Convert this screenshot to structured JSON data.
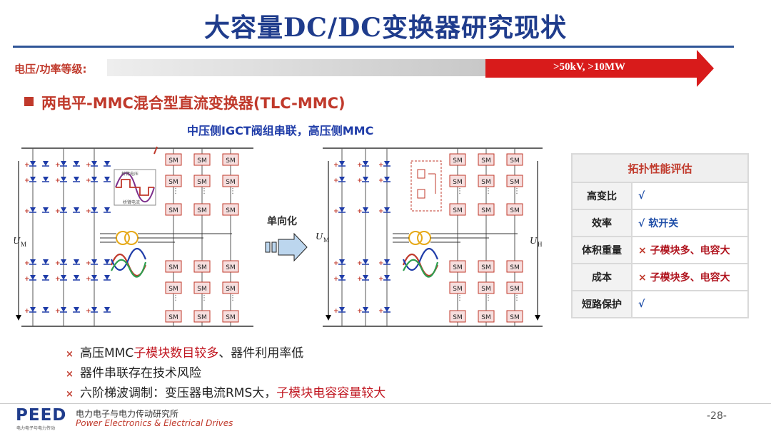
{
  "slide": {
    "title": "大容量DC/DC变换器研究现状",
    "voltage_label": "电压/功率等级:",
    "voltage_range": ">50kV, >10MW",
    "section_title": "两电平-MMC混合型直流变换器(TLC-MMC)",
    "subtitle": "中压侧IGCT阀组串联，高压侧MMC",
    "unidirectional_label": "单向化",
    "evaluation": {
      "header": "拓扑性能评估",
      "rows": [
        {
          "label": "高变比",
          "mark": "√",
          "text": ""
        },
        {
          "label": "效率",
          "mark": "√",
          "text": "软开关"
        },
        {
          "label": "体积重量",
          "mark": "×",
          "text": "子模块多、电容大"
        },
        {
          "label": "成本",
          "mark": "×",
          "text": "子模块多、电容大"
        },
        {
          "label": "短路保护",
          "mark": "√",
          "text": ""
        }
      ]
    },
    "notes": [
      {
        "mark": "×",
        "before": "高压MMC",
        "highlight": "子模块数目较多",
        "after": "、器件利用率低"
      },
      {
        "mark": "×",
        "before": "器件串联存在技术风险",
        "highlight": "",
        "after": ""
      },
      {
        "mark": "×",
        "before": "六阶梯波调制：变压器电流RMS大，",
        "highlight": "子模块电容容量较大",
        "after": ""
      }
    ],
    "page_number": "-28-"
  },
  "circuit": {
    "sm_label": "SM",
    "u_m": "U",
    "u_m_sub": "M",
    "u_h": "U",
    "u_h_sub": "H",
    "waveform_label_top": "桥臂电压",
    "waveform_label_bottom": "桥臂电流"
  },
  "footer": {
    "logo": "PEED",
    "logo_sub": "电力电子与电力传动",
    "org_cn": "电力电子与电力传动研究所",
    "org_en": "Power Electronics & Electrical Drives"
  },
  "colors": {
    "accent": "#1f3c8c",
    "warning": "#c0392b",
    "sm_fill": "#f6dede",
    "sm_border": "#c0392b"
  }
}
